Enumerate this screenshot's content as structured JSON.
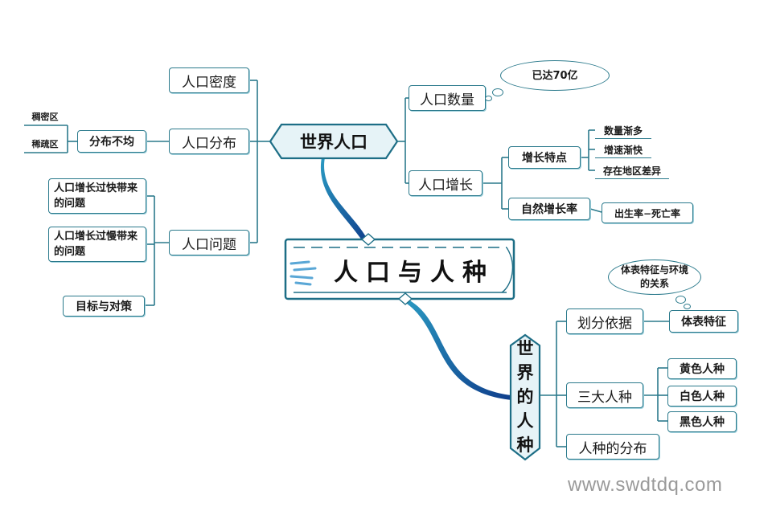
{
  "center": {
    "title": "人口与人种"
  },
  "world_population": {
    "title": "世界人口",
    "quantity": {
      "label": "人口数量",
      "note": "已达70亿"
    },
    "growth": {
      "label": "人口增长",
      "features": {
        "label": "增长特点",
        "items": [
          "数量渐多",
          "增速渐快",
          "存在地区差异"
        ]
      },
      "natural_rate": {
        "label": "自然增长率",
        "formula": "出生率−死亡率"
      }
    },
    "density": {
      "label": "人口密度"
    },
    "distribution": {
      "label": "人口分布",
      "uneven": "分布不均",
      "areas": [
        "稠密区",
        "稀疏区"
      ]
    },
    "problems": {
      "label": "人口问题",
      "items": [
        "人口增长过快带来的问题",
        "人口增长过慢带来的问题",
        "目标与对策"
      ]
    }
  },
  "races": {
    "title": "世界的人种",
    "basis": {
      "label": "划分依据",
      "value": "体表特征",
      "note": "体表特征与环境的关系"
    },
    "three": {
      "label": "三大人种",
      "items": [
        "黄色人种",
        "白色人种",
        "黑色人种"
      ]
    },
    "distribution": {
      "label": "人种的分布"
    }
  },
  "watermark": "www.swdtdq.com",
  "colors": {
    "line": "#2b7a8c",
    "ribbon": "#1f5fa8",
    "hub_fill": "#e6f3f7"
  }
}
